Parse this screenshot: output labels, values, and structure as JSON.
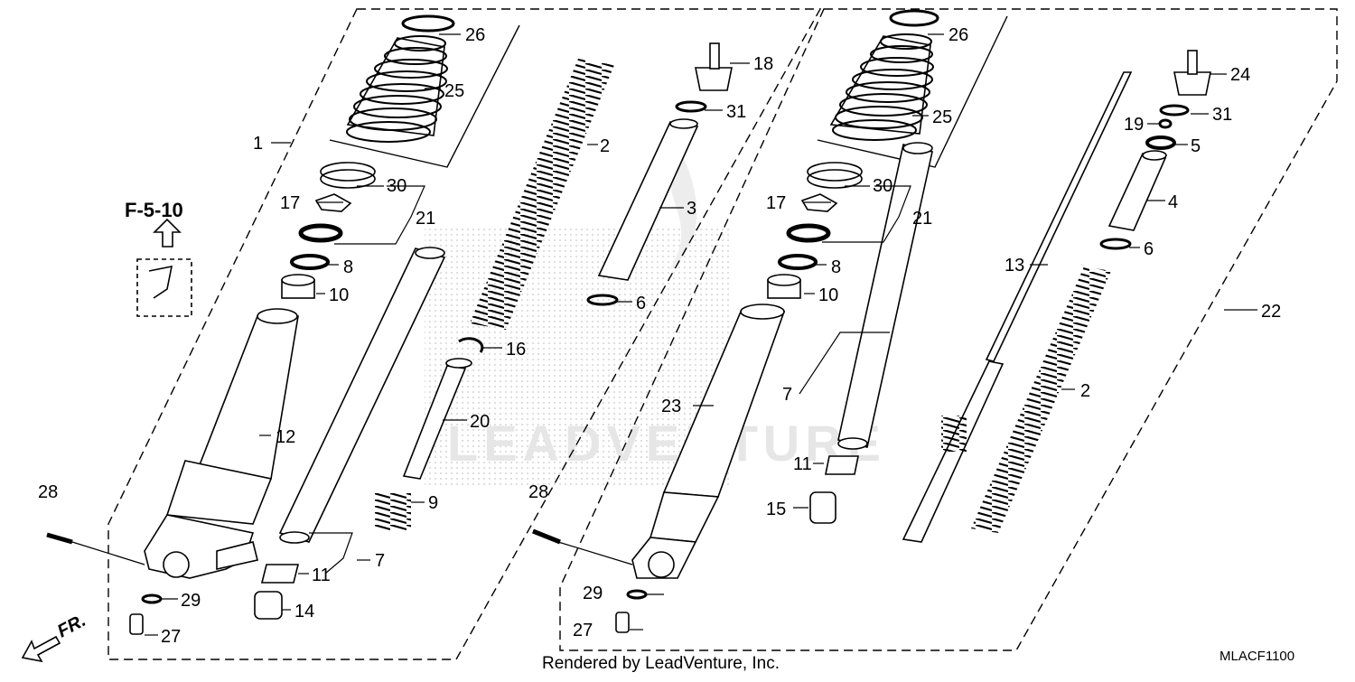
{
  "diagram": {
    "reference": "F-5-10",
    "direction_label": "FR.",
    "watermark": "LEADVENTURE",
    "footer": "Rendered by LeadVenture, Inc.",
    "code": "MLACF1100"
  },
  "callouts": [
    {
      "id": "l26",
      "label": "26"
    },
    {
      "id": "l25",
      "label": "25"
    },
    {
      "id": "l1",
      "label": "1"
    },
    {
      "id": "l30",
      "label": "30"
    },
    {
      "id": "l17",
      "label": "17"
    },
    {
      "id": "l21",
      "label": "21"
    },
    {
      "id": "l8",
      "label": "8"
    },
    {
      "id": "l10",
      "label": "10"
    },
    {
      "id": "l12",
      "label": "12"
    },
    {
      "id": "l28",
      "label": "28"
    },
    {
      "id": "l29",
      "label": "29"
    },
    {
      "id": "l27",
      "label": "27"
    },
    {
      "id": "l14",
      "label": "14"
    },
    {
      "id": "l11",
      "label": "11"
    },
    {
      "id": "l7",
      "label": "7"
    },
    {
      "id": "l9",
      "label": "9"
    },
    {
      "id": "l2",
      "label": "2"
    },
    {
      "id": "l16",
      "label": "16"
    },
    {
      "id": "l20",
      "label": "20"
    },
    {
      "id": "l18",
      "label": "18"
    },
    {
      "id": "l31",
      "label": "31"
    },
    {
      "id": "l3",
      "label": "3"
    },
    {
      "id": "l6",
      "label": "6"
    },
    {
      "id": "l23",
      "label": "23"
    },
    {
      "id": "r28",
      "label": "28"
    },
    {
      "id": "r29",
      "label": "29"
    },
    {
      "id": "r27",
      "label": "27"
    },
    {
      "id": "r26",
      "label": "26"
    },
    {
      "id": "r25",
      "label": "25"
    },
    {
      "id": "r30",
      "label": "30"
    },
    {
      "id": "r17",
      "label": "17"
    },
    {
      "id": "r21",
      "label": "21"
    },
    {
      "id": "r8",
      "label": "8"
    },
    {
      "id": "r10",
      "label": "10"
    },
    {
      "id": "r7",
      "label": "7"
    },
    {
      "id": "r11",
      "label": "11"
    },
    {
      "id": "r15",
      "label": "15"
    },
    {
      "id": "r13",
      "label": "13"
    },
    {
      "id": "r24",
      "label": "24"
    },
    {
      "id": "r19",
      "label": "19"
    },
    {
      "id": "r31",
      "label": "31"
    },
    {
      "id": "r5",
      "label": "5"
    },
    {
      "id": "r4",
      "label": "4"
    },
    {
      "id": "r6",
      "label": "6"
    },
    {
      "id": "r2",
      "label": "2"
    },
    {
      "id": "r22",
      "label": "22"
    }
  ]
}
